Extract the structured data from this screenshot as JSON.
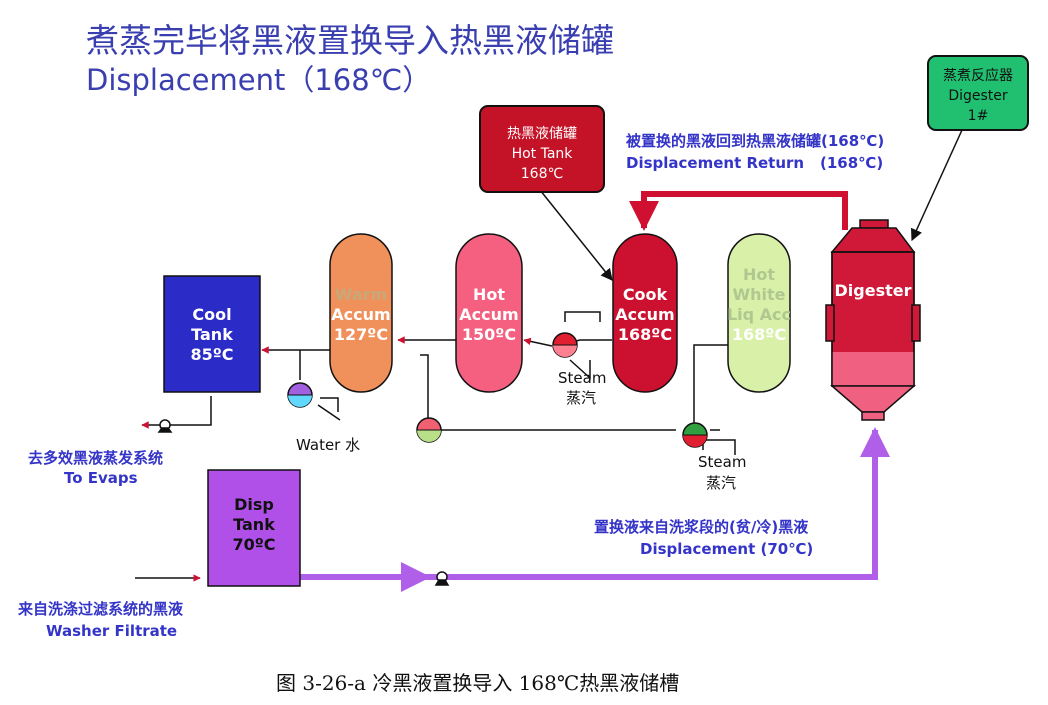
{
  "title": {
    "cn": "煮蒸完毕将黑液置换导入热黑液储罐",
    "en": "Displacement（168℃）"
  },
  "tanks": {
    "cool": [
      "Cool",
      "Tank",
      "85ºC"
    ],
    "warm": [
      "Warm",
      "Accum",
      "127ºC"
    ],
    "hot_accum": [
      "Hot",
      "Accum",
      "150ºC"
    ],
    "cook": [
      "Cook",
      "Accum",
      "168ºC"
    ],
    "hot_white": [
      "Hot",
      "White",
      "Liq Acc",
      "168ºC"
    ],
    "digester": [
      "Digester"
    ],
    "disp": [
      "Disp",
      "Tank",
      "70ºC"
    ]
  },
  "boxes": {
    "hot_tank": [
      "热黑液储罐",
      "Hot Tank",
      "168℃"
    ],
    "digester_1": [
      "蒸煮反应器",
      "Digester",
      "1#"
    ]
  },
  "labels": {
    "return_cn": "被置换的黑液回到热黑液储罐(168℃)",
    "return_en": "Displacement Return",
    "return_temp": "(168℃)",
    "steam1_en": "Steam",
    "steam1_cn": "蒸汽",
    "steam2_en": "Steam",
    "steam2_cn": "蒸汽",
    "water": "Water  水",
    "evaps_cn": "去多效黑液蒸发系统",
    "evaps_en": "To Evaps",
    "displacement_cn": "置换液来自洗浆段的(贫/冷)黑液",
    "displacement_en": "Displacement (70℃)",
    "filtrate_cn": "来自洗涤过滤系统的黑液",
    "filtrate_en": "Washer Filtrate"
  },
  "caption": "图 3-26-a   冷黑液置换导入 168℃热黑液储槽",
  "colors": {
    "cool_tank": "#2b2bc8",
    "warm_accum": "#f0905a",
    "hot_accum": "#f56080",
    "cook_accum": "#cc1030",
    "hot_white": "#d8f0a8",
    "digester": "#d01838",
    "disp_tank": "#b050e8",
    "purple_line": "#b060e8",
    "red_line": "#d01030",
    "hot_tank_box": "#c41226",
    "digester_box": "#20c070"
  }
}
